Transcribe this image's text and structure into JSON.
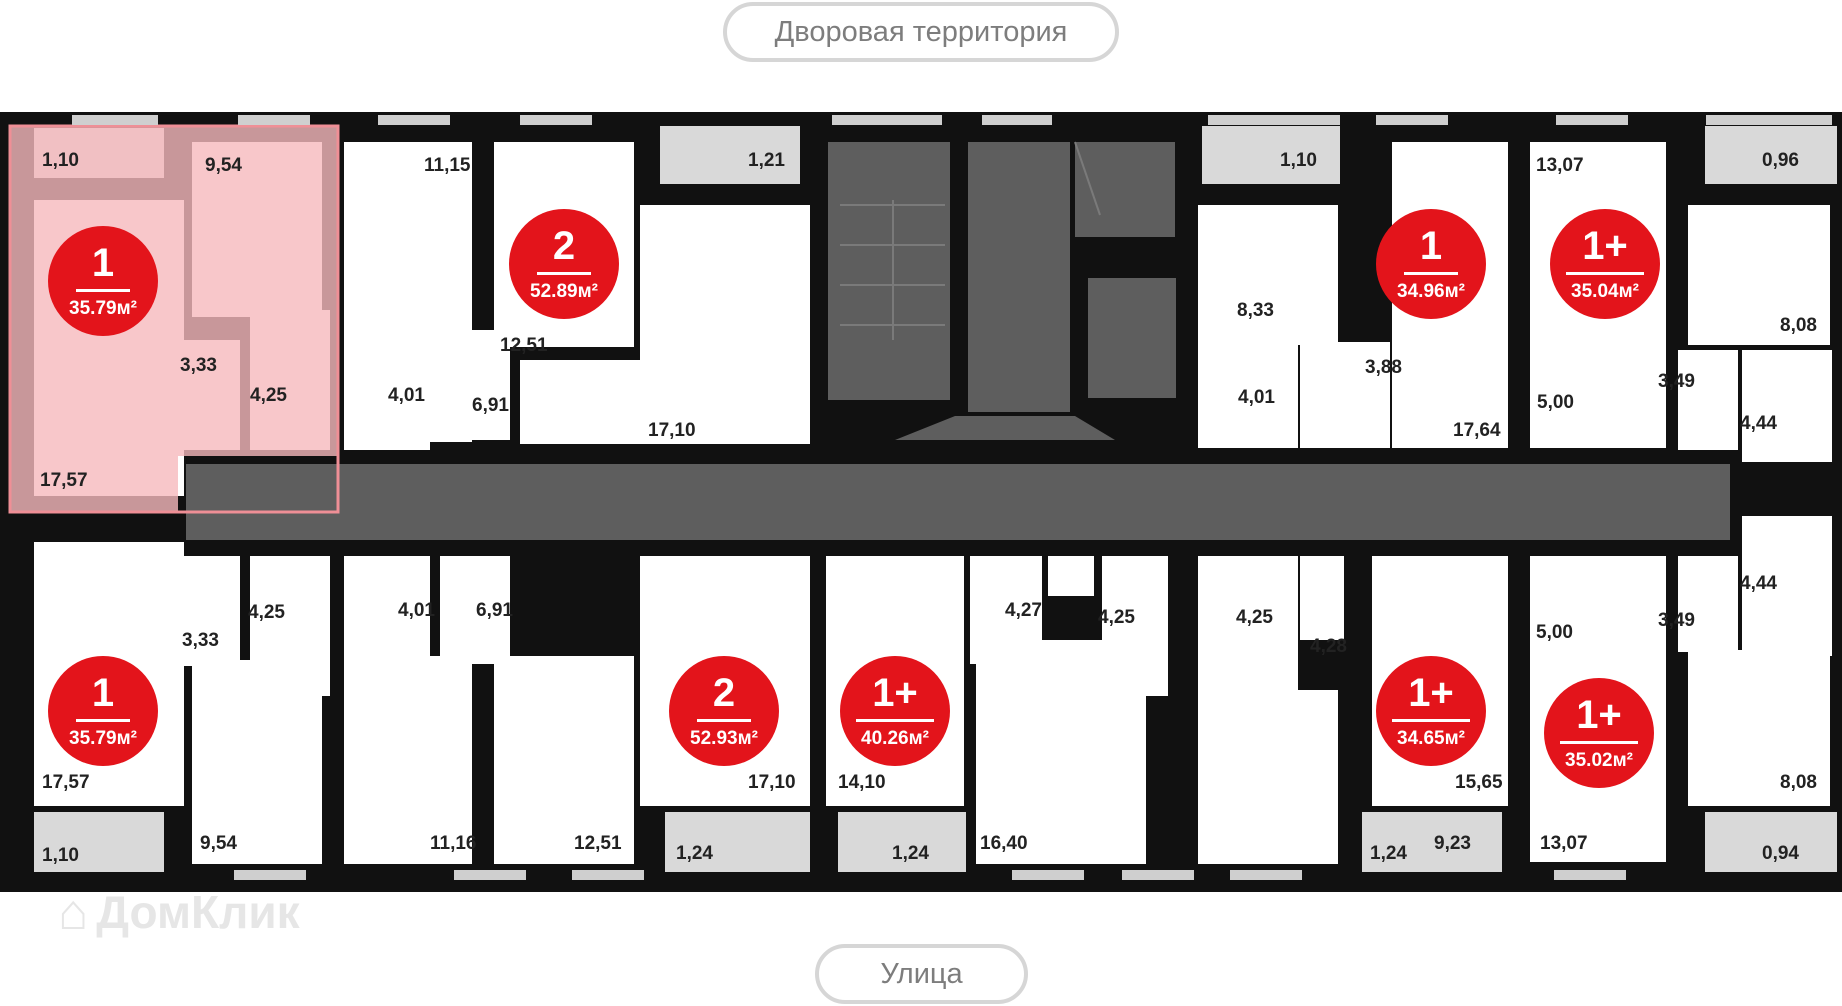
{
  "labels": {
    "top": "Дворовая территория",
    "bottom": "Улица"
  },
  "watermark": "ДомКлик",
  "colors": {
    "badge": "#e3141b",
    "highlight": "#f6b9bd",
    "wall": "#111111",
    "core": "#5e5e5e",
    "balcony": "#d9d9d9"
  },
  "apartments": [
    {
      "id": "a1",
      "rooms": "1",
      "area": "35.79м²",
      "highlighted": true
    },
    {
      "id": "a2",
      "rooms": "2",
      "area": "52.89м²"
    },
    {
      "id": "a3",
      "rooms": "1",
      "area": "34.96м²"
    },
    {
      "id": "a4",
      "rooms": "1+",
      "area": "35.04м²"
    },
    {
      "id": "a5",
      "rooms": "1",
      "area": "35.79м²"
    },
    {
      "id": "a6",
      "rooms": "2",
      "area": "52.93м²"
    },
    {
      "id": "a7",
      "rooms": "1+",
      "area": "40.26м²"
    },
    {
      "id": "a8",
      "rooms": "1+",
      "area": "34.65м²"
    },
    {
      "id": "a9",
      "rooms": "1+",
      "area": "35.02м²"
    }
  ],
  "rooms": [
    "1,10",
    "9,54",
    "3,33",
    "4,25",
    "17,57",
    "11,15",
    "12,51",
    "4,01",
    "6,91",
    "17,10",
    "1,21",
    "1,10",
    "8,33",
    "3,88",
    "4,01",
    "17,64",
    "13,07",
    "0,96",
    "8,08",
    "5,00",
    "3,49",
    "4,44",
    "3,33",
    "4,25",
    "17,57",
    "1,10",
    "9,54",
    "4,01",
    "6,91",
    "11,16",
    "12,51",
    "17,10",
    "1,24",
    "14,10",
    "1,24",
    "4,27",
    "4,25",
    "16,40",
    "4,25",
    "4,28",
    "9,23",
    "15,65",
    "1,24",
    "5,00",
    "3,49",
    "4,44",
    "13,07",
    "8,08",
    "0,94"
  ]
}
